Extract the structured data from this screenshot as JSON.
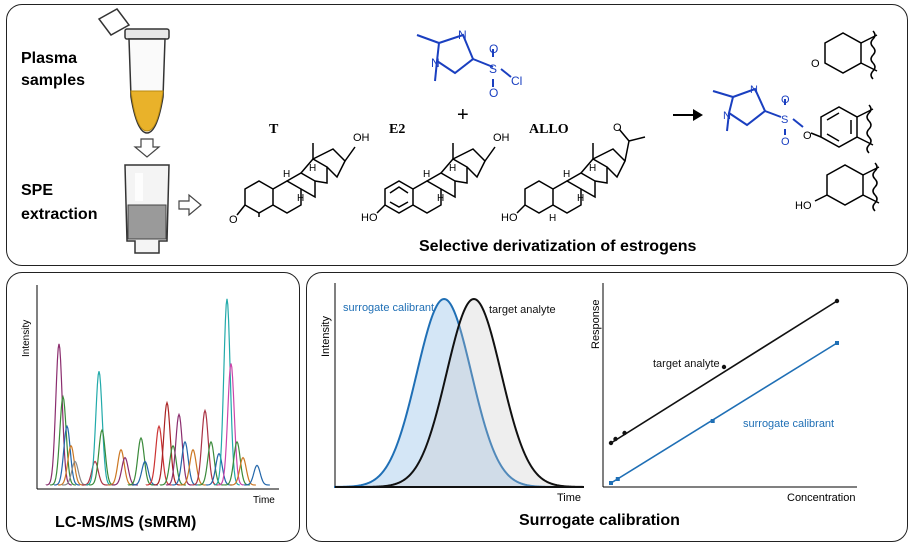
{
  "workflow": {
    "sample_label_1": "Plasma",
    "sample_label_2": "samples",
    "spe_label_1": "SPE",
    "spe_label_2": "extraction",
    "reagent_atoms": {
      "n_top": "N",
      "n_bottom": "N",
      "s": "S",
      "o1": "O",
      "o2": "O",
      "cl": "Cl"
    },
    "plus": "+",
    "steroids": [
      {
        "name": "T",
        "atoms": {
          "oh": "OH",
          "o": "O",
          "h1": "H",
          "h2": "H",
          "h3": "H"
        }
      },
      {
        "name": "E2",
        "atoms": {
          "oh": "OH",
          "ho": "HO",
          "h1": "H",
          "h2": "H",
          "h3": "H"
        }
      },
      {
        "name": "ALLO",
        "atoms": {
          "o": "O",
          "ho": "HO",
          "h1": "H",
          "h2": "H",
          "h3": "H",
          "h4": "H"
        }
      }
    ],
    "product_atoms": {
      "n_top": "N",
      "n_bottom": "N",
      "s": "S",
      "o1": "O",
      "o2": "O",
      "o_link": "O",
      "o_ketone": "O",
      "ho": "HO"
    },
    "caption": "Selective derivatization  of estrogens"
  },
  "lcms": {
    "ylabel": "Intensity",
    "xlabel": "Time",
    "caption": "LC-MS/MS (sMRM)"
  },
  "surrogate": {
    "caption": "Surrogate calibration",
    "peaks_chart": {
      "ylabel": "Intensity",
      "xlabel": "Time",
      "label_surrogate": "surrogate calibrant",
      "label_target": "target analyte"
    },
    "line_chart": {
      "ylabel": "Response",
      "xlabel": "Concentration",
      "label_target": "target analyte",
      "label_surrogate": "surrogate calibrant"
    }
  },
  "chart_data": [
    {
      "type": "line",
      "title": "",
      "xlabel": "Time",
      "ylabel": "Intensity",
      "series": [
        {
          "name": "surrogate calibrant",
          "x": [
            0.0,
            0.1,
            0.2,
            0.3,
            0.4,
            0.5,
            0.6,
            0.7,
            0.8,
            0.9,
            1.0
          ],
          "values": [
            0.0,
            0.03,
            0.2,
            0.6,
            0.95,
            0.9,
            0.5,
            0.15,
            0.02,
            0.0,
            0.0
          ]
        },
        {
          "name": "target analyte",
          "x": [
            0.0,
            0.1,
            0.2,
            0.3,
            0.4,
            0.5,
            0.6,
            0.7,
            0.8,
            0.9,
            1.0
          ],
          "values": [
            0.0,
            0.0,
            0.04,
            0.25,
            0.65,
            0.98,
            0.85,
            0.4,
            0.08,
            0.0,
            0.0
          ]
        }
      ],
      "colors": {
        "surrogate calibrant": "#1f6fb5",
        "target analyte": "#111111"
      }
    },
    {
      "type": "line",
      "title": "",
      "xlabel": "Concentration",
      "ylabel": "Response",
      "series": [
        {
          "name": "target analyte",
          "x": [
            0.0,
            0.02,
            0.06,
            0.5,
            1.0
          ],
          "values": [
            0.22,
            0.24,
            0.27,
            0.6,
            0.93
          ]
        },
        {
          "name": "surrogate calibrant",
          "x": [
            0.0,
            0.03,
            0.45,
            1.0
          ],
          "values": [
            0.02,
            0.04,
            0.33,
            0.72
          ]
        }
      ],
      "colors": {
        "target analyte": "#111111",
        "surrogate calibrant": "#1f6fb5"
      }
    }
  ]
}
